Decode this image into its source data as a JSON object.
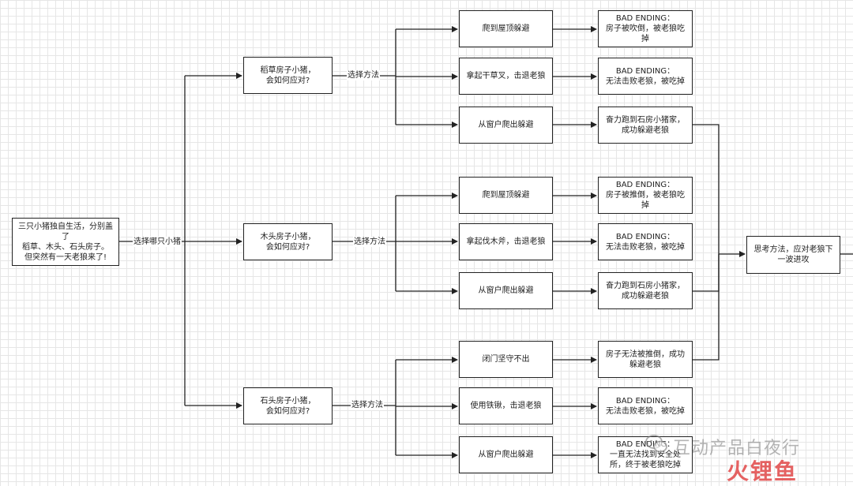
{
  "diagram": {
    "start": "三只小猪独自生活，分别盖了\n稻草、木头、石头房子。\n但突然有一天老狼来了!",
    "edge_choose_pig": "选择哪只小猪",
    "pigs": [
      {
        "label": "稻草房子小猪，\n会如何应对?",
        "edge": "选择方法",
        "options": [
          {
            "action": "爬到屋顶躲避",
            "result": "BAD ENDING：\n房子被吹倒，被老狼吃\n掉"
          },
          {
            "action": "拿起干草叉，击退老狼",
            "result": "BAD ENDING：\n无法击败老狼，被吃掉"
          },
          {
            "action": "从窗户爬出躲避",
            "result": "奋力跑到石房小猪家，\n成功躲避老狼"
          }
        ]
      },
      {
        "label": "木头房子小猪，\n会如何应对?",
        "edge": "选择方法",
        "options": [
          {
            "action": "爬到屋顶躲避",
            "result": "BAD ENDING：\n房子被推倒，被老狼吃\n掉"
          },
          {
            "action": "拿起伐木斧，击退老狼",
            "result": "BAD ENDING：\n无法击败老狼，被吃掉"
          },
          {
            "action": "从窗户爬出躲避",
            "result": "奋力跑到石房小猪家，\n成功躲避老狼"
          }
        ]
      },
      {
        "label": "石头房子小猪，\n会如何应对?",
        "edge": "选择方法",
        "options": [
          {
            "action": "闭门坚守不出",
            "result": "房子无法被推倒，成功\n躲避老狼"
          },
          {
            "action": "使用铁锹，击退老狼",
            "result": "BAD ENDING：\n无法击败老狼，被吃掉"
          },
          {
            "action": "从窗户爬出躲避",
            "result": "BAD ENDING：\n一直无法找到安全处\n所，终于被老狼吃掉"
          }
        ]
      }
    ],
    "final": "思考方法，应对老狼下\n一波进攻"
  },
  "watermark": {
    "line1": "互动产品白夜行",
    "line2": "火锂鱼"
  }
}
